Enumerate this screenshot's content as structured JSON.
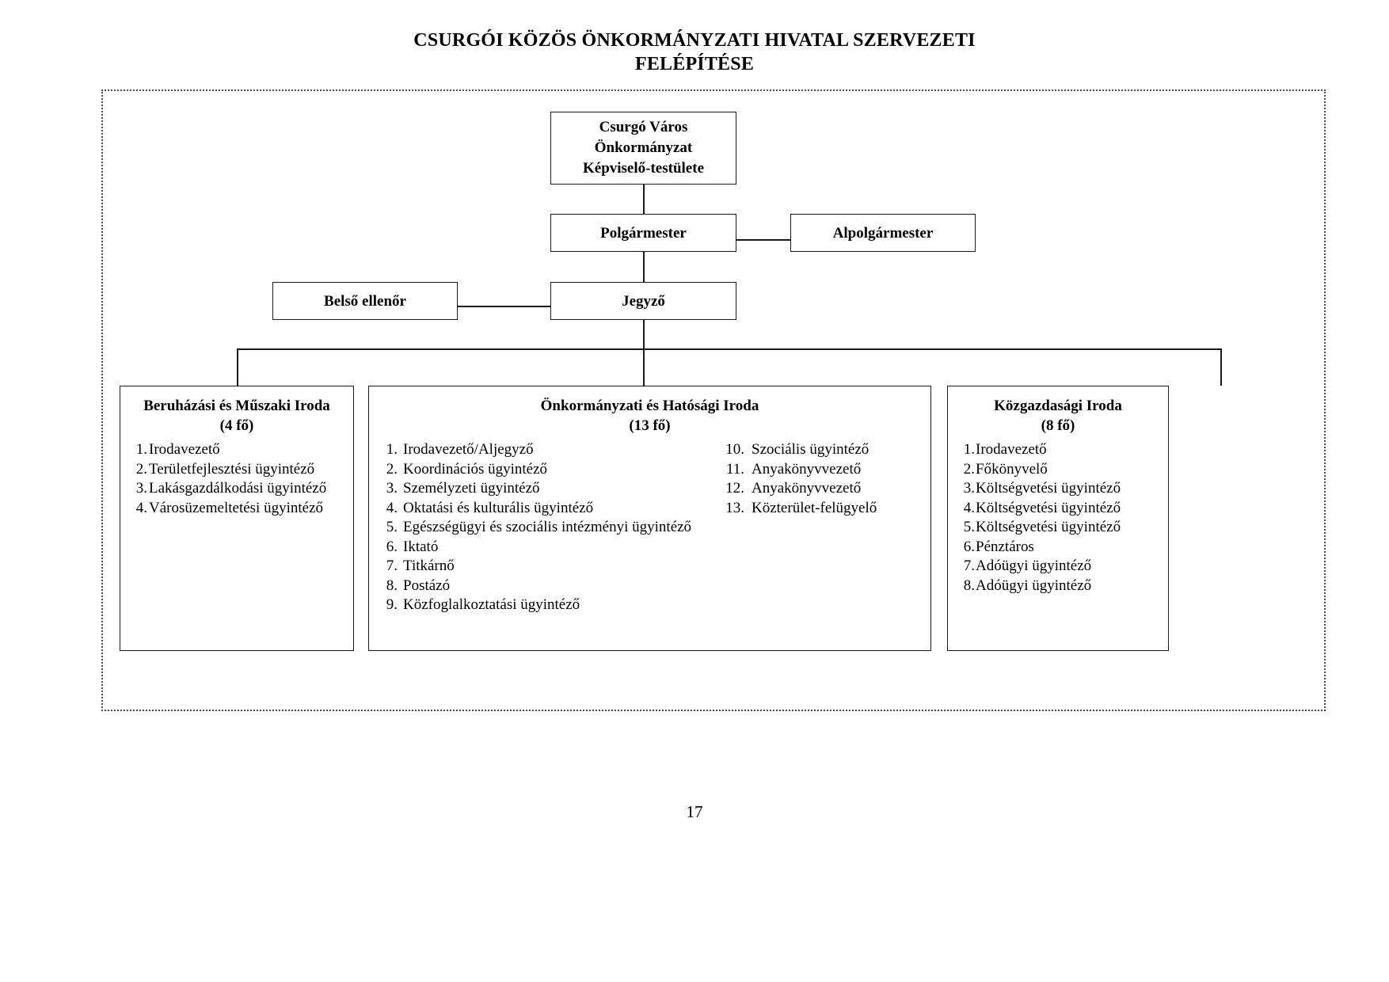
{
  "document": {
    "title_lines": [
      "CSURGÓI KÖZÖS ÖNKORMÁNYZATI HIVATAL SZERVEZETI",
      "FELÉPÍTÉSE"
    ],
    "page_number": "17"
  },
  "chart_data": {
    "type": "diagram",
    "title": "CSURGÓI KÖZÖS ÖNKORMÁNYZATI HIVATAL SZERVEZETI FELÉPÍTÉSE",
    "nodes": [
      {
        "id": "kepviselo-testulet",
        "label": "Csurgó Város Önkormányzat Képviselő-testülete",
        "level": 0
      },
      {
        "id": "polgarmester",
        "label": "Polgármester",
        "level": 1
      },
      {
        "id": "alpolgarmester",
        "label": "Alpolgármester",
        "level": 1
      },
      {
        "id": "jegyzo",
        "label": "Jegyző",
        "level": 2
      },
      {
        "id": "belso-ellenor",
        "label": "Belső ellenőr",
        "level": 2
      },
      {
        "id": "beruhazasi-iroda",
        "label": "Beruházási és Műszaki Iroda",
        "headcount": "(4 fő)",
        "level": 3
      },
      {
        "id": "onkormanyzati-iroda",
        "label": "Önkormányzati és Hatósági Iroda",
        "headcount": "(13 fő)",
        "level": 3
      },
      {
        "id": "kozgazdasagi-iroda",
        "label": "Közgazdasági Iroda",
        "headcount": "(8 fő)",
        "level": 3
      }
    ],
    "edges": [
      {
        "from": "kepviselo-testulet",
        "to": "polgarmester"
      },
      {
        "from": "polgarmester",
        "to": "alpolgarmester"
      },
      {
        "from": "polgarmester",
        "to": "jegyzo"
      },
      {
        "from": "jegyzo",
        "to": "belso-ellenor"
      },
      {
        "from": "jegyzo",
        "to": "beruhazasi-iroda"
      },
      {
        "from": "jegyzo",
        "to": "onkormanyzati-iroda"
      },
      {
        "from": "jegyzo",
        "to": "kozgazdasagi-iroda"
      }
    ]
  },
  "top": {
    "kepviselo": {
      "lines": [
        "Csurgó Város",
        "Önkormányzat",
        "Képviselő-testülete"
      ]
    },
    "polgarmester": "Polgármester",
    "alpolgarmester": "Alpolgármester",
    "jegyzo": "Jegyző",
    "belso_ellenor": "Belső ellenőr"
  },
  "departments": {
    "beruhazasi": {
      "title": "Beruházási és Műszaki Iroda",
      "headcount": "(4 fő)",
      "items": [
        {
          "num": "1.",
          "text": "Irodavezető"
        },
        {
          "num": "2.",
          "text": "Területfejlesztési ügyintéző"
        },
        {
          "num": "3.",
          "text": "Lakásgazdálkodási ügyintéző"
        },
        {
          "num": "4.",
          "text": "Városüzemeltetési ügyintéző"
        }
      ]
    },
    "onkormanyzati": {
      "title": "Önkormányzati és Hatósági Iroda",
      "headcount": "(13 fő)",
      "items_col1": [
        {
          "num": "1.",
          "text": "Irodavezető/Aljegyző"
        },
        {
          "num": "2.",
          "text": "Koordinációs ügyintéző"
        },
        {
          "num": "3.",
          "text": "Személyzeti ügyintéző"
        },
        {
          "num": "4.",
          "text": "Oktatási és kulturális ügyintéző"
        },
        {
          "num": "5.",
          "text": "Egészségügyi és szociális intézményi ügyintéző"
        },
        {
          "num": "6.",
          "text": "Iktató"
        },
        {
          "num": "7.",
          "text": "Titkárnő"
        },
        {
          "num": "8.",
          "text": "Postázó"
        },
        {
          "num": "9.",
          "text": "Közfoglalkoztatási ügyintéző"
        }
      ],
      "items_col2": [
        {
          "num": "10.",
          "text": "Szociális ügyintéző"
        },
        {
          "num": "11.",
          "text": "Anyakönyvvezető"
        },
        {
          "num": "12.",
          "text": "Anyakönyvvezető"
        },
        {
          "num": "13.",
          "text": "Közterület-felügyelő"
        }
      ]
    },
    "kozgazdasagi": {
      "title": "Közgazdasági Iroda",
      "headcount": "(8 fő)",
      "items": [
        {
          "num": "1.",
          "text": "Irodavezető"
        },
        {
          "num": "2.",
          "text": "Főkönyvelő"
        },
        {
          "num": "3.",
          "text": "Költségvetési ügyintéző"
        },
        {
          "num": "4.",
          "text": "Költségvetési ügyintéző"
        },
        {
          "num": "5.",
          "text": "Költségvetési ügyintéző"
        },
        {
          "num": "6.",
          "text": "Pénztáros"
        },
        {
          "num": "7.",
          "text": "Adóügyi ügyintéző"
        },
        {
          "num": "8.",
          "text": "Adóügyi ügyintéző"
        }
      ]
    }
  }
}
